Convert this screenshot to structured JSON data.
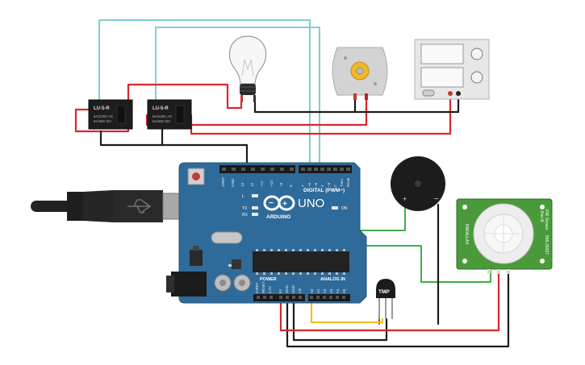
{
  "relays": [
    {
      "name": "LU-5-R",
      "line1": "5A/125V AC",
      "line2": "5A/28V DC"
    },
    {
      "name": "LU-5-R",
      "line1": "5A/125V AC",
      "line2": "5A/28V DC"
    }
  ],
  "arduino": {
    "brand": "ARDUINO",
    "model": "UNO",
    "digital_label": "DIGITAL (PWM~)",
    "analog_label": "ANALOG IN",
    "power_label": "POWER",
    "on_label": "ON",
    "led_labels": [
      "L",
      "TX",
      "RX"
    ],
    "header_left": [
      "AREF",
      "GND",
      "13",
      "12",
      "~11",
      "~10",
      "~9",
      "8"
    ],
    "header_right": [
      "7",
      "~6",
      "~5",
      "4",
      "~3",
      "2",
      "TX▸1",
      "RX◂0"
    ],
    "power_pins": [
      "IOREF",
      "RESET",
      "3.3V",
      "5V",
      "GND",
      "GND",
      "Vin"
    ],
    "analog_pins": [
      "A0",
      "A1",
      "A2",
      "A3",
      "A4",
      "A5"
    ]
  },
  "temp_sensor": {
    "label": "TMP"
  },
  "buzzer": {
    "plus": "+",
    "minus": "−"
  },
  "pir": {
    "title": "PIR Sensor",
    "rev": "Rev B",
    "part": "555-28027",
    "brand": "PARALLAX"
  },
  "colors": {
    "board": "#2f6b9a",
    "wire_red": "#d9262b",
    "wire_black": "#1c1c1c",
    "wire_cyan": "#7ecfd3",
    "wire_green": "#3fae49",
    "wire_yellow": "#f2c21b",
    "pir_green": "#4a9a3c"
  }
}
